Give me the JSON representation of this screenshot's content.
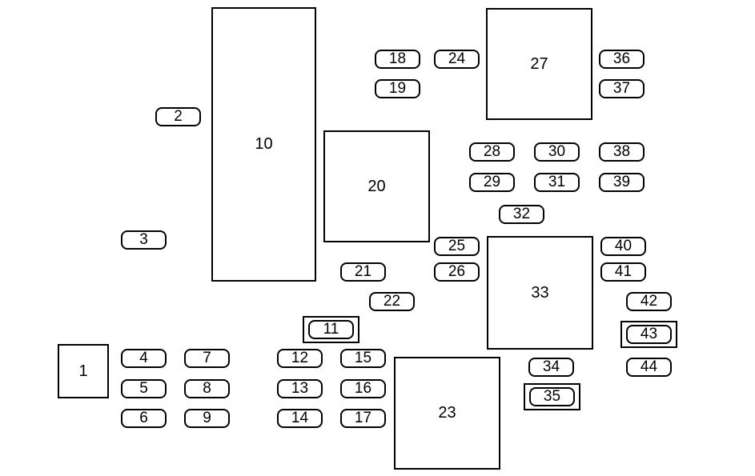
{
  "diagram": {
    "relays": {
      "r1": "1",
      "r10": "10",
      "r20": "20",
      "r23": "23",
      "r27": "27",
      "r33": "33"
    },
    "fuses": {
      "f2": "2",
      "f3": "3",
      "f4": "4",
      "f5": "5",
      "f6": "6",
      "f7": "7",
      "f8": "8",
      "f9": "9",
      "f11": "11",
      "f12": "12",
      "f13": "13",
      "f14": "14",
      "f15": "15",
      "f16": "16",
      "f17": "17",
      "f18": "18",
      "f19": "19",
      "f21": "21",
      "f22": "22",
      "f24": "24",
      "f25": "25",
      "f26": "26",
      "f28": "28",
      "f29": "29",
      "f30": "30",
      "f31": "31",
      "f32": "32",
      "f34": "34",
      "f35": "35",
      "f36": "36",
      "f37": "37",
      "f38": "38",
      "f39": "39",
      "f40": "40",
      "f41": "41",
      "f42": "42",
      "f43": "43",
      "f44": "44"
    }
  }
}
